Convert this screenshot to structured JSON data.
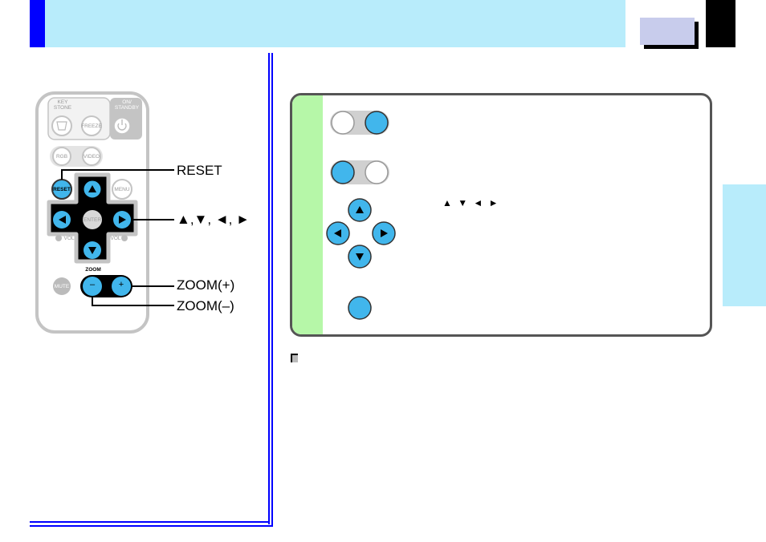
{
  "remote": {
    "keystone_label": "KEY\nSTONE",
    "on_standby_label": "ON/\nSTANDBY",
    "freeze_label": "FREEZE",
    "rgb_label": "RGB",
    "video_label": "VIDEO",
    "reset_label": "RESET",
    "menu_label": "MENU",
    "enter_label": "ENTER",
    "vol_minus_label": "VOL",
    "vol_plus_label": "VOL",
    "zoom_label": "ZOOM",
    "mute_label": "MUTE",
    "minus_glyph": "–",
    "plus_glyph": "+"
  },
  "callouts": {
    "reset": "RESET",
    "arrows": "▲,▼, ◄, ►",
    "zoom_plus": "ZOOM(+)",
    "zoom_minus": "ZOOM(–)"
  },
  "procedure": {
    "arrow_symbols": "▲ ▼ ◄ ►"
  },
  "colors": {
    "accent_blue": "#41b6ec",
    "header_band": "#b8ecfb",
    "strip_green": "#b6f7a8",
    "rule_blue": "#0000ff"
  }
}
